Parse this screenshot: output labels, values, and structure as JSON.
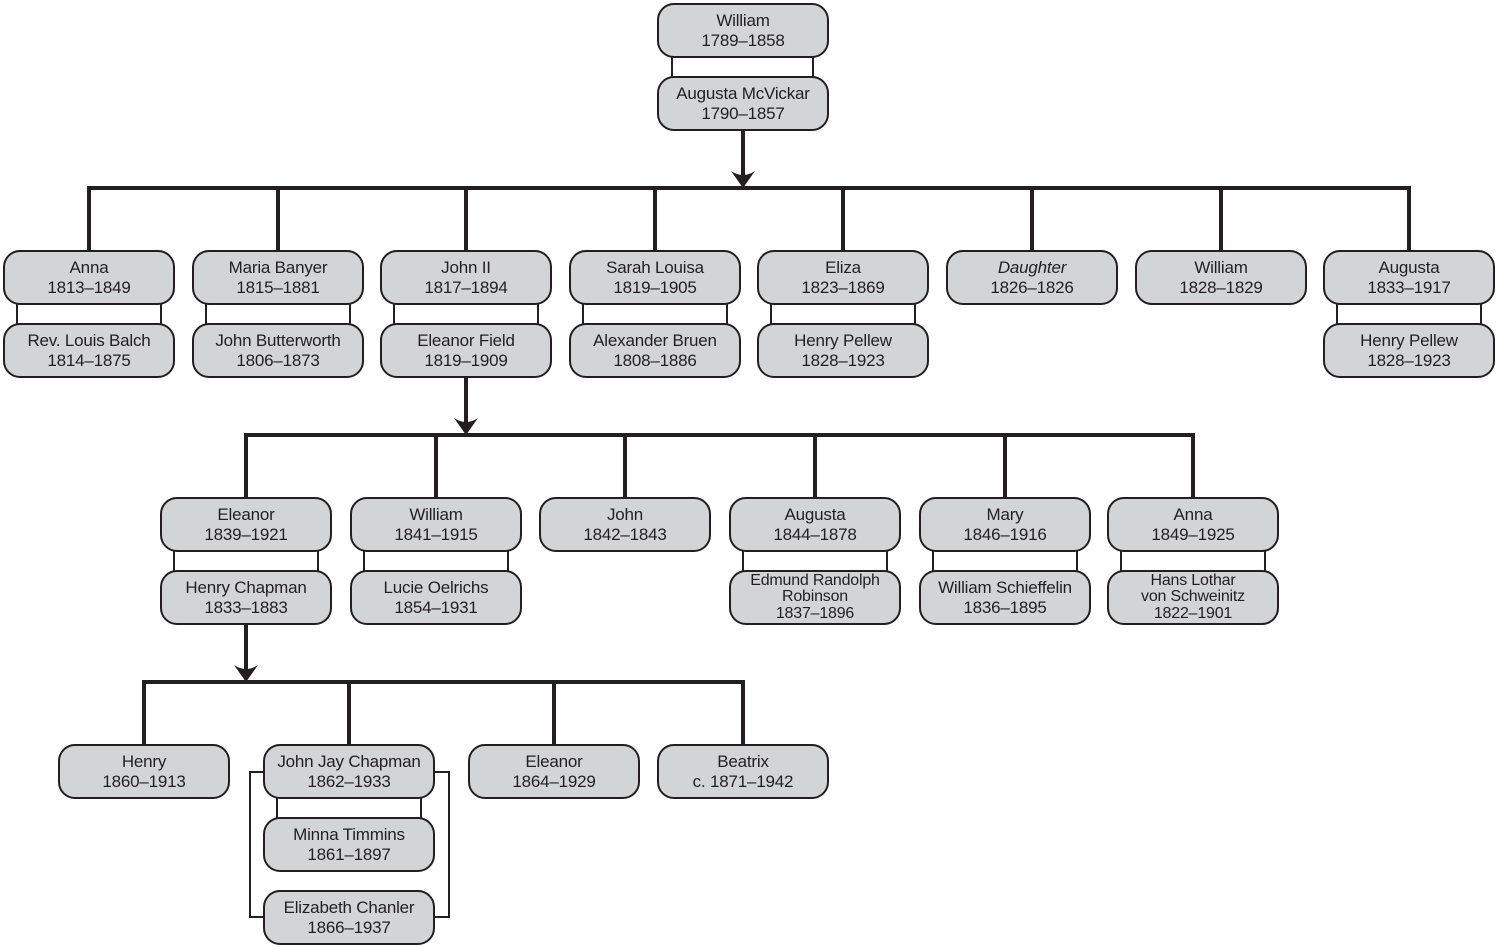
{
  "diagram": {
    "type": "family-tree",
    "box_fill": "#d3d4d5",
    "line_color": "#231f20"
  },
  "root": {
    "husband": {
      "name": "William",
      "dates": "1789–1858"
    },
    "wife": {
      "name": "Augusta McVickar",
      "dates": "1790–1857"
    }
  },
  "gen2": [
    {
      "child": {
        "name": "Anna",
        "dates": "1813–1849"
      },
      "spouse": {
        "name": "Rev. Louis Balch",
        "dates": "1814–1875"
      }
    },
    {
      "child": {
        "name": "Maria Banyer",
        "dates": "1815–1881"
      },
      "spouse": {
        "name": "John Butterworth",
        "dates": "1806–1873"
      }
    },
    {
      "child": {
        "name": "John II",
        "dates": "1817–1894"
      },
      "spouse": {
        "name": "Eleanor Field",
        "dates": "1819–1909"
      }
    },
    {
      "child": {
        "name": "Sarah Louisa",
        "dates": "1819–1905"
      },
      "spouse": {
        "name": "Alexander Bruen",
        "dates": "1808–1886"
      }
    },
    {
      "child": {
        "name": "Eliza",
        "dates": "1823–1869"
      },
      "spouse": {
        "name": "Henry Pellew",
        "dates": "1828–1923"
      }
    },
    {
      "child": {
        "name": "Daughter",
        "dates": "1826–1826"
      }
    },
    {
      "child": {
        "name": "William",
        "dates": "1828–1829"
      }
    },
    {
      "child": {
        "name": "Augusta",
        "dates": "1833–1917"
      },
      "spouse": {
        "name": "Henry Pellew",
        "dates": "1828–1923"
      }
    }
  ],
  "gen3": [
    {
      "child": {
        "name": "Eleanor",
        "dates": "1839–1921"
      },
      "spouse": {
        "name": "Henry Chapman",
        "dates": "1833–1883"
      }
    },
    {
      "child": {
        "name": "William",
        "dates": "1841–1915"
      },
      "spouse": {
        "name": "Lucie Oelrichs",
        "dates": "1854–1931"
      }
    },
    {
      "child": {
        "name": "John",
        "dates": "1842–1843"
      }
    },
    {
      "child": {
        "name": "Augusta",
        "dates": "1844–1878"
      },
      "spouse": {
        "name": "Edmund Randolph\nRobinson",
        "dates": "1837–1896"
      }
    },
    {
      "child": {
        "name": "Mary",
        "dates": "1846–1916"
      },
      "spouse": {
        "name": "William Schieffelin",
        "dates": "1836–1895"
      }
    },
    {
      "child": {
        "name": "Anna",
        "dates": "1849–1925"
      },
      "spouse": {
        "name": "Hans Lothar\nvon Schweinitz",
        "dates": "1822–1901"
      }
    }
  ],
  "gen4": [
    {
      "child": {
        "name": "Henry",
        "dates": "1860–1913"
      }
    },
    {
      "child": {
        "name": "John Jay Chapman",
        "dates": "1862–1933"
      },
      "spouse": {
        "name": "Minna Timmins",
        "dates": "1861–1897"
      },
      "spouse2": {
        "name": "Elizabeth Chanler",
        "dates": "1866–1937"
      }
    },
    {
      "child": {
        "name": "Eleanor",
        "dates": "1864–1929"
      }
    },
    {
      "child": {
        "name": "Beatrix",
        "dates": "c. 1871–1942"
      }
    }
  ]
}
